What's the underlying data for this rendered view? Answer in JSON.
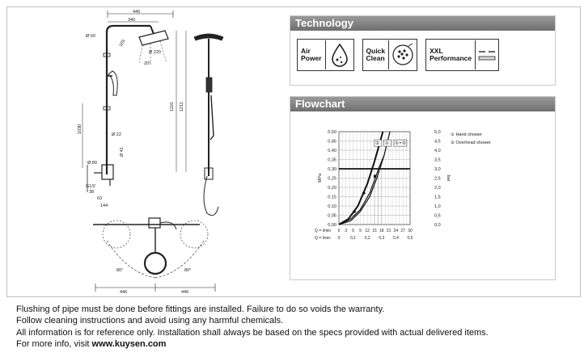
{
  "drawing": {
    "dims": {
      "top_width": "446",
      "arm_length": "340",
      "pipe_diameter": "Ø 60",
      "arm_tilt": "103",
      "head_diameter": "Ø 220",
      "head_angle": "20°",
      "height_1101": "1101",
      "height_1211": "1211",
      "height_1030": "1030",
      "pipe_22": "Ø 22",
      "valve_41": "Ø 41",
      "valve_80": "Ø 80",
      "thread": "G1/2",
      "offset_38": "38",
      "offset_63": "63",
      "offset_144": "144",
      "swing_left": "80°",
      "swing_right": "80°",
      "bottom_left": "446",
      "bottom_right": "446"
    }
  },
  "technology": {
    "title": "Technology",
    "badges": [
      {
        "label": "Air\nPower",
        "icon": "water-drop-icon"
      },
      {
        "label": "Quick\nClean",
        "icon": "nozzle-icon"
      },
      {
        "label": "XXL\nPerformance",
        "icon": "shower-head-icon"
      }
    ]
  },
  "flowchart": {
    "title": "Flowchart",
    "unit_left": "MPa",
    "unit_right": "bar",
    "legend": [
      "① Hand shower",
      "② Overhead shower"
    ],
    "curve_labels": [
      "②",
      "①",
      "①+②"
    ],
    "row_qmin_label": "Q = l/min",
    "row_qsec_label": "Q = l/sec",
    "qmin_ticks": [
      "0",
      "3",
      "6",
      "9",
      "12",
      "15",
      "18",
      "21",
      "24",
      "27",
      "30"
    ],
    "qsec_ticks": [
      "0",
      "0,1",
      "0,2",
      "0,3",
      "0,4",
      "0,5"
    ]
  },
  "chart_data": {
    "type": "line",
    "title": "Flowchart",
    "xlabel": "Q = l/min",
    "ylabel": "MPa",
    "xlim": [
      0,
      30
    ],
    "ylim": [
      0,
      0.5
    ],
    "y_ticks": [
      "0,50",
      "0,45",
      "0,40",
      "0,35",
      "0,30",
      "0,25",
      "0,20",
      "0,15",
      "0,10",
      "0,05",
      "0,00"
    ],
    "y2_ticks": [
      "5,0",
      "4,5",
      "4,0",
      "3,5",
      "3,0",
      "2,5",
      "2,0",
      "1,5",
      "1,0",
      "0,5",
      "0,0"
    ],
    "reference_line": 0.3,
    "grid": true,
    "series": [
      {
        "name": "②",
        "x": [
          0,
          4,
          8,
          12,
          15,
          17,
          18.5
        ],
        "y": [
          0,
          0.03,
          0.1,
          0.22,
          0.34,
          0.43,
          0.5
        ]
      },
      {
        "name": "①",
        "x": [
          0,
          5,
          9,
          13,
          16,
          19,
          21.5
        ],
        "y": [
          0,
          0.02,
          0.07,
          0.15,
          0.25,
          0.37,
          0.5
        ]
      },
      {
        "name": "①+②",
        "x": [
          0,
          5,
          9,
          13,
          15,
          17,
          19
        ],
        "y": [
          0,
          0.03,
          0.08,
          0.17,
          0.24,
          0.31,
          0.37
        ]
      }
    ],
    "markers": [
      {
        "x": 6.5,
        "y": 0.07
      },
      {
        "x": 10.5,
        "y": 0.17
      },
      {
        "x": 15.2,
        "y": 0.26
      }
    ]
  },
  "notes": {
    "line1": "Flushing of pipe must be done before fittings are installed. Failure to do so voids the warranty.",
    "line2": "Follow cleaning instructions and avoid using any harmful chemicals.",
    "line3": "All information is for reference only. Installation shall always be based on the specs provided with actual delivered items.",
    "line4_prefix": "For more info, visit ",
    "line4_link": "www.kuysen.com"
  }
}
